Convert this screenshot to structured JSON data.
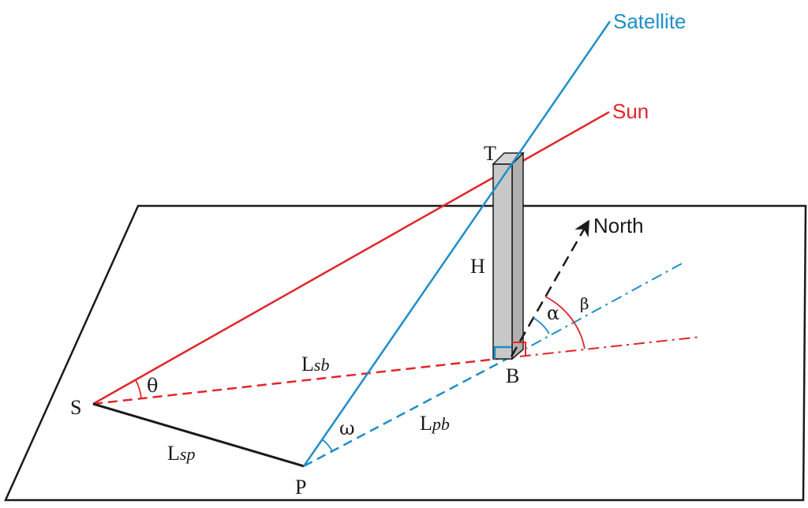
{
  "colors": {
    "satellite": "#1e8fc8",
    "sun": "#e0262a",
    "ink": "#1a1a1a",
    "pillar_front": "#c8c8c8",
    "pillar_side": "#b0b0b0",
    "pillar_top": "#d4d4d4"
  },
  "rays": {
    "satellite": "Satellite",
    "sun": "Sun",
    "north": "North"
  },
  "points": {
    "s": "S",
    "p": "P",
    "b": "B",
    "t": "T"
  },
  "height": "H",
  "lengths": {
    "sb": {
      "main": "L",
      "sub": "sb"
    },
    "sp": {
      "main": "L",
      "sub": "sp"
    },
    "pb": {
      "main": "L",
      "sub": "pb"
    }
  },
  "angles": {
    "theta": "θ",
    "omega": "ω",
    "alpha": "α",
    "beta": "β"
  }
}
